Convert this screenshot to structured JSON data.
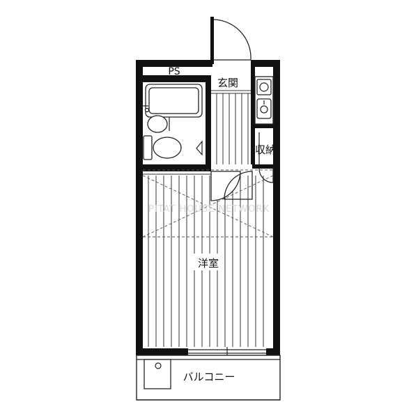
{
  "labels": {
    "ps": "PS",
    "entrance": "玄関",
    "storage": "収納",
    "western_room": "洋室",
    "balcony": "バルコニー"
  },
  "watermark": "PITAT HOUSE NETWORK"
}
